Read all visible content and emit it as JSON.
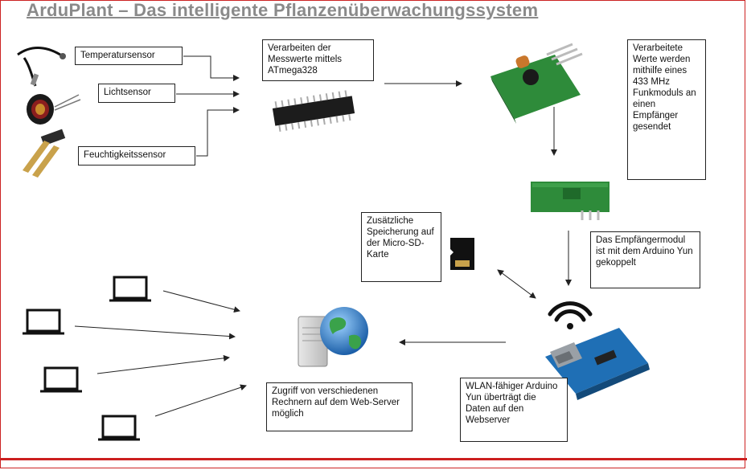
{
  "title": "ArduPlant – Das intelligente Pflanzenüberwachungssystem",
  "labels": {
    "temperature_sensor": "Temperatursensor",
    "light_sensor": "Lichtsensor",
    "moisture_sensor": "Feuchtigkeitssensor",
    "processing": "Verarbeiten der Messwerte mittels ATmega328",
    "transmit": "Verarbeitete Werte werden mithilfe eines 433 MHz Funkmoduls an einen Empfänger gesendet",
    "receiver": "Das Empfängermodul ist mit dem Arduino Yun gekoppelt",
    "sd_storage": "Zusätzliche Speicherung auf der Micro-SD-Karte",
    "arduino_yun": "WLAN-fähiger Arduino Yun überträgt die Daten auf den Webserver",
    "access": "Zugriff von verschiedenen Rechnern auf dem Web-Server möglich"
  },
  "colors": {
    "title": "#8a8a8a",
    "frame": "#cc1f1f",
    "pcb_green": "#2e8b3a",
    "arduino_blue": "#1f6fb5"
  },
  "icons": [
    "temperature-probe-icon",
    "light-sensor-icon",
    "moisture-sensor-icon",
    "chip-icon",
    "transmitter-module-icon",
    "receiver-module-icon",
    "sd-card-icon",
    "wifi-icon",
    "arduino-board-icon",
    "server-globe-icon",
    "computer-icon"
  ]
}
